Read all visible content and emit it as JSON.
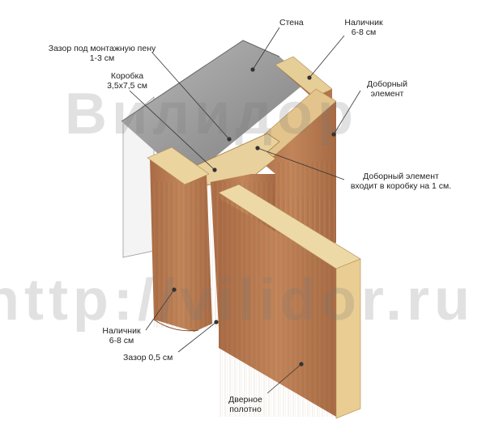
{
  "labels": {
    "wall": "Стена",
    "trim_top": [
      "Наличник",
      "6-8 см"
    ],
    "foam_gap": [
      "Зазор под монтажную пену",
      "1-3 см"
    ],
    "frame": [
      "Коробка",
      "3,5x7,5 см"
    ],
    "extension": [
      "Доборный",
      "элемент"
    ],
    "extension_note": [
      "Доборный элемент",
      "входит в коробку на 1 см."
    ],
    "trim_bottom": [
      "Наличник",
      "6-8 см"
    ],
    "gap": "Зазор 0,5 см",
    "door_leaf": [
      "Дверное",
      "полотно"
    ]
  },
  "watermark": {
    "line1": "Вилидор",
    "line2": "http://vilidor.ru"
  },
  "colors": {
    "wall_gray": "#9a9a9a",
    "plaster": "#c8c8c8",
    "wood": "#b5774f",
    "wood_top": "#e6cf97",
    "leader": "#333333"
  }
}
